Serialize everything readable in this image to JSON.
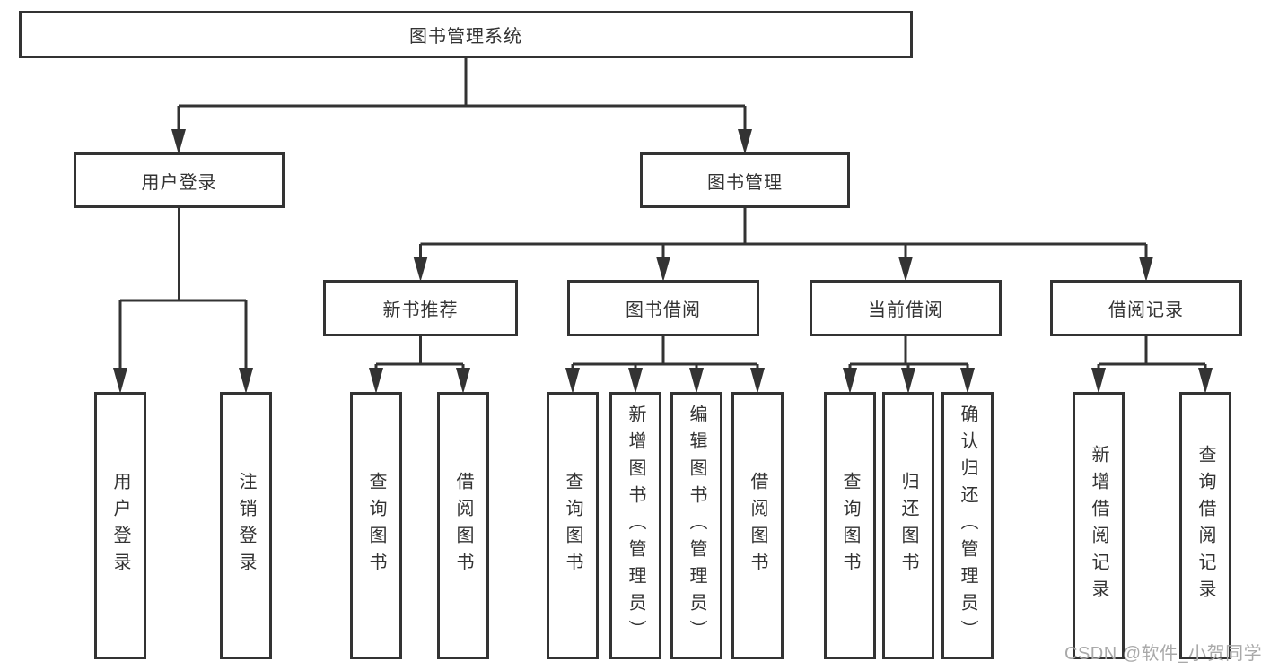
{
  "diagram": {
    "root": {
      "label": "图书管理系统"
    },
    "level1": {
      "user_login": {
        "label": "用户登录"
      },
      "book_mgmt": {
        "label": "图书管理"
      }
    },
    "level2": {
      "new_book_rec": {
        "label": "新书推荐"
      },
      "book_borrow": {
        "label": "图书借阅"
      },
      "current_borrow": {
        "label": "当前借阅"
      },
      "borrow_record": {
        "label": "借阅记录"
      }
    },
    "leaves": {
      "user_login": {
        "label": "用户登录"
      },
      "logout": {
        "label": "注销登录"
      },
      "rec_query_book": {
        "label": "查询图书"
      },
      "rec_borrow_book": {
        "label": "借阅图书"
      },
      "bb_query_book": {
        "label": "查询图书"
      },
      "bb_add_book_admin": {
        "label": "新增图书（管理员）"
      },
      "bb_edit_book_admin": {
        "label": "编辑图书（管理员）"
      },
      "bb_borrow_book": {
        "label": "借阅图书"
      },
      "cb_query_book": {
        "label": "查询图书"
      },
      "cb_return_book": {
        "label": "归还图书"
      },
      "cb_confirm_return_admin": {
        "label": "确认归还（管理员）"
      },
      "br_add_record": {
        "label": "新增借阅记录"
      },
      "br_query_record": {
        "label": "查询借阅记录"
      }
    },
    "watermark": "CSDN @软件_小贺同学",
    "colors": {
      "line": "#333333",
      "text": "#333333",
      "box_background": "#ffffff",
      "watermark": "#a9a9a9",
      "page_background": "#ffffff"
    }
  }
}
